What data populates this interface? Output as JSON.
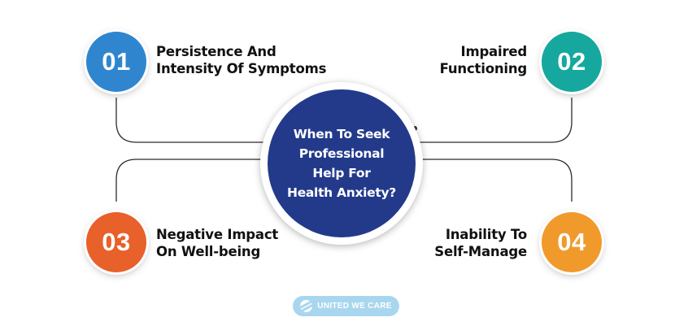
{
  "center": {
    "lines": [
      "When To Seek",
      "Professional",
      "Help For",
      "Health Anxiety?"
    ],
    "fill": "#233a8b"
  },
  "items": [
    {
      "number": "01",
      "lines": [
        "Persistence And",
        "Intensity Of Symptoms"
      ],
      "color": "#2f86cf"
    },
    {
      "number": "02",
      "lines": [
        "Impaired",
        "Functioning"
      ],
      "color": "#16a89e"
    },
    {
      "number": "03",
      "lines": [
        "Negative Impact",
        "On Well-being"
      ],
      "color": "#e8602a"
    },
    {
      "number": "04",
      "lines": [
        "Inability To",
        "Self-Manage"
      ],
      "color": "#f09a2b"
    }
  ],
  "brand": {
    "name": "UNITED WE CARE",
    "icon": "globe-icon",
    "color": "#a9d6ef"
  },
  "connector_color": "#2b2b2b"
}
